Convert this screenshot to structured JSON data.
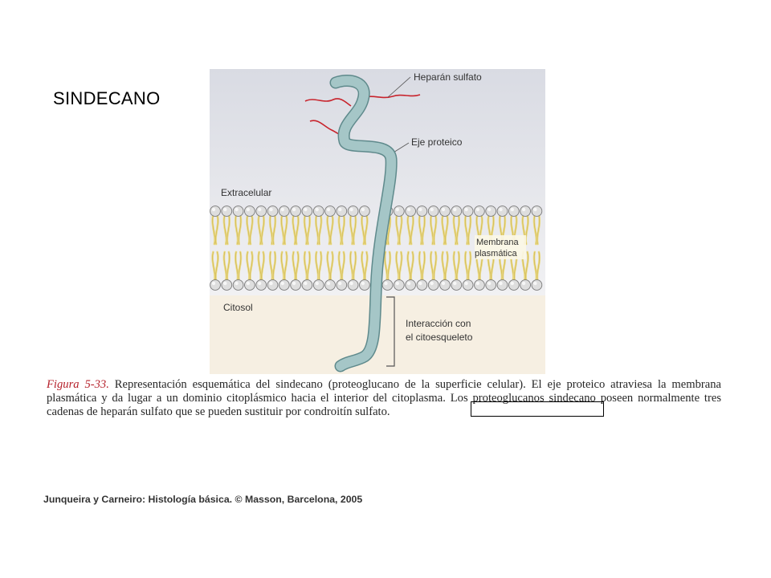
{
  "slide": {
    "title": "SINDECANO"
  },
  "figure": {
    "labels": {
      "heparan": "Heparán sulfato",
      "core": "Eje proteico",
      "extracellular": "Extracelular",
      "membrane_line1": "Membrana",
      "membrane_line2": "plasmática",
      "cytosol": "Citosol",
      "interaction_line1": "Interacción con",
      "interaction_line2": "el citoesqueleto"
    },
    "colors": {
      "extracellular_bg_top": "#d9dbe3",
      "extracellular_bg_bottom": "#f1f1f3",
      "cytosol_bg": "#f6efe2",
      "lipid_tail": "#ead983",
      "lipid_tail_stroke": "#b89c2e",
      "lipid_head": "#dedede",
      "protein_core": "#a5c6c7",
      "protein_core_stroke": "#5f8a8c",
      "heparan_chain": "#c8232c"
    }
  },
  "caption": {
    "figure_label": "Figura 5-33.",
    "text": " Representación esquemática del sindecano (proteoglucano de la superficie celular). El eje proteico atraviesa la membrana plasmática y da lugar a un dominio citoplásmico hacia el interior del citoplasma. Los proteoglucanos sindecano poseen normalmente tres cadenas de heparán sulfato que se pueden sustituir por condroitín sulfato."
  },
  "credit": {
    "text": "Junqueira y Carneiro: Histología básica. © Masson, Barcelona, 2005"
  }
}
